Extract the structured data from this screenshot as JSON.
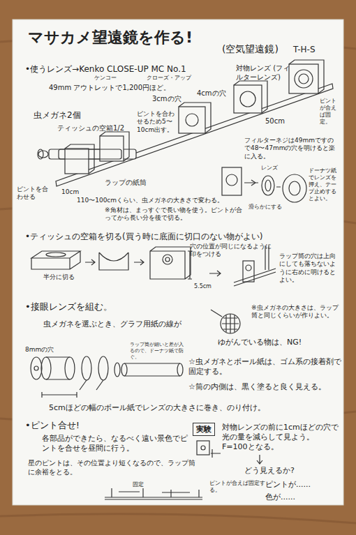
{
  "diagram": {
    "title": "マサカメ望遠鏡を作る!",
    "nodes": [
      {
        "text": [
          "実験"
        ]
      }
    ],
    "labels": [
      "(空気望遠鏡)",
      "T-H-S",
      "•使うレンズ→Kenko CLOSE-UP MC No.1",
      "ケンコー",
      "クローズ・アップ",
      "49mm アウトレットで1,200円ほど。",
      "対物レンズ (フィルターレンズ)",
      "ピントが合えば固定。",
      "4cmの穴",
      "3cmの穴",
      "虫メガネ2個",
      "ティッシュの空箱1/2",
      "ピントを合わせるため5〜10cm出す。",
      "ピントを合わせる",
      "10cm",
      "ラップの紙筒",
      "50cm",
      "フィルターネジは49mmですので48〜47mmの穴を明けると楽に入る。",
      "レンズ",
      "ドーナツ紙でレンズを押え、テープ止めするとよい。",
      "滑らかにする",
      "110〜100cmくらい、虫メガネの大きさで変わる。",
      "※角材は、まっすぐで長い物を使う。ピントが合ってから長い分を後で切る。",
      "•ティッシュの空箱を切る(買う時に底面に切口のない物がよい)",
      "半分に切る",
      "穴の位置が同じになるように印をつける",
      "5.5cm",
      "ラップ筒の穴は上向にしても落ちないように右めに明けるとよい。",
      "•接眼レンズを組む。",
      "虫メガネを選ぶとき、グラフ用紙の線が",
      "※虫メガネの大きさは、ラップ筒と同じくらいが作りよい。",
      "ゆがんでいる物は、NG!",
      "8mmの穴",
      "ラップ筒が細いと差が入るので、ドーナツ紙で防ぐ。",
      "☆虫メガネとボール紙は、ゴム系の接着剤で固定する。",
      "☆筒の内側は、黒く塗ると良く見える。",
      "5cmほどの幅のボール紙でレンズの大きさに巻き、のり付け。",
      "•ピント合せ!",
      "各部品ができたら、なるべく遠い景色でピントを合せを昼間に行う。",
      "星のピントは、その位置より短くなるので、ラップ筒に余裕をとる。",
      "固定",
      "ピントが合えば固定する。",
      "対物レンズの前に1cmほどの穴で光の量を減らして見よう。F=100となる。",
      "どう見えるか?",
      "ピントが......",
      "色が......"
    ]
  }
}
